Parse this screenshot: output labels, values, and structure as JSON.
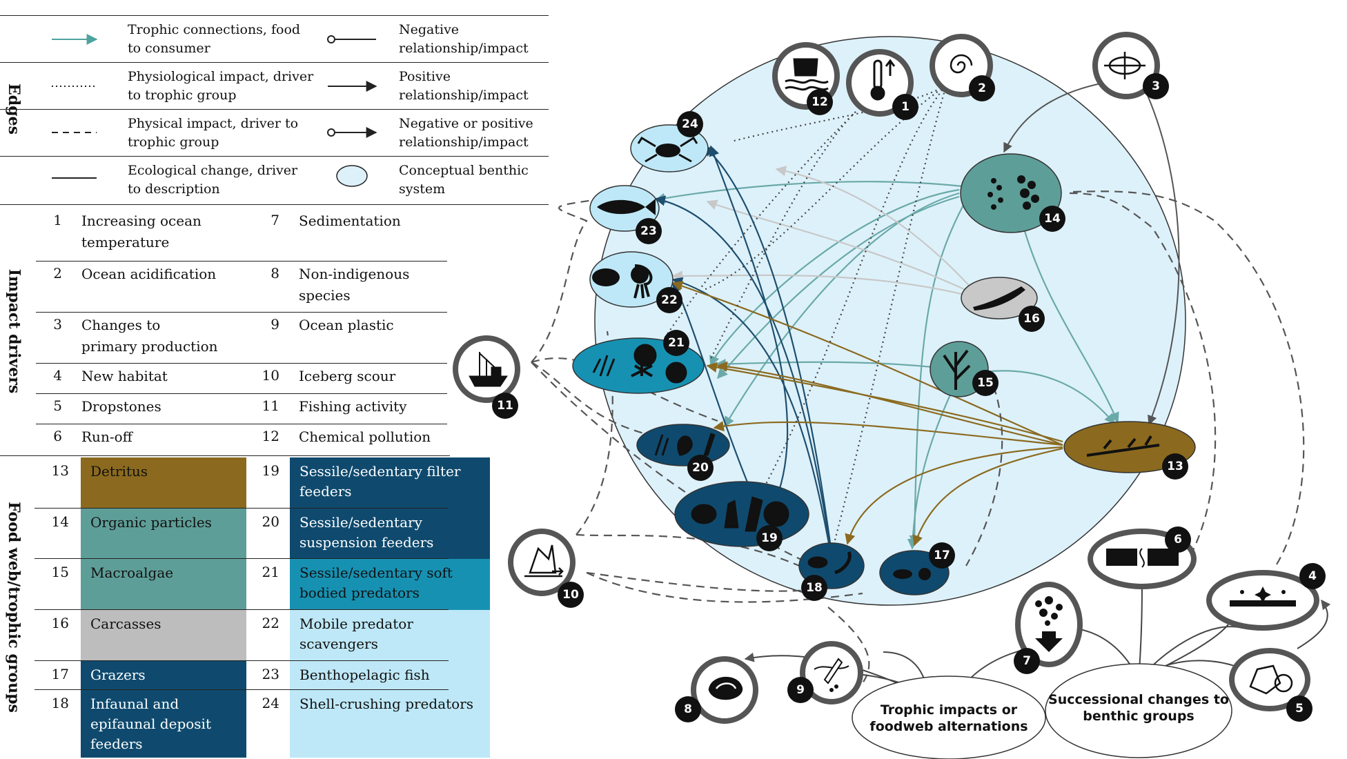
{
  "sections": {
    "edges": "Edges",
    "drivers": "Impact drivers",
    "groups": "Food web/trophic groups"
  },
  "edges_legend": [
    {
      "text": "Trophic connections, food to consumer"
    },
    {
      "text": "Physiological impact, driver to trophic group"
    },
    {
      "text": "Physical impact, driver to trophic group"
    },
    {
      "text": "Ecological change, driver to description"
    },
    {
      "text": "Negative relationship/impact"
    },
    {
      "text": "Positive relationship/impact"
    },
    {
      "text": "Negative or positive relationship/impact"
    },
    {
      "text": "Conceptual benthic system"
    }
  ],
  "drivers": [
    {
      "n": "1",
      "label": "Increasing ocean temperature"
    },
    {
      "n": "2",
      "label": "Ocean acidification"
    },
    {
      "n": "3",
      "label": "Changes to primary production"
    },
    {
      "n": "4",
      "label": "New habitat"
    },
    {
      "n": "5",
      "label": "Dropstones"
    },
    {
      "n": "6",
      "label": "Run-off"
    },
    {
      "n": "7",
      "label": "Sedimentation"
    },
    {
      "n": "8",
      "label": "Non-indigenous species"
    },
    {
      "n": "9",
      "label": "Ocean plastic"
    },
    {
      "n": "10",
      "label": "Iceberg scour"
    },
    {
      "n": "11",
      "label": "Fishing activity"
    },
    {
      "n": "12",
      "label": "Chemical pollution"
    }
  ],
  "groups": [
    {
      "n": "13",
      "label": "Detritus",
      "color": "#8B6A1F",
      "text_color": "#111111"
    },
    {
      "n": "14",
      "label": "Organic particles",
      "color": "#5E9E98",
      "text_color": "#111111"
    },
    {
      "n": "15",
      "label": "Macroalgae",
      "color": "#5E9E98",
      "text_color": "#111111"
    },
    {
      "n": "16",
      "label": "Carcasses",
      "color": "#BDBDBD",
      "text_color": "#111111"
    },
    {
      "n": "17",
      "label": "Grazers",
      "color": "#0F4A6E",
      "text_color": "#ffffff"
    },
    {
      "n": "18",
      "label": "Infaunal and epifaunal deposit feeders",
      "color": "#0F4A6E",
      "text_color": "#ffffff"
    },
    {
      "n": "19",
      "label": "Sessile/sedentary filter feeders",
      "color": "#0F4A6E",
      "text_color": "#ffffff"
    },
    {
      "n": "20",
      "label": "Sessile/sedentary suspension feeders",
      "color": "#0F4A6E",
      "text_color": "#ffffff"
    },
    {
      "n": "21",
      "label": "Sessile/sedentary soft bodied predators",
      "color": "#1791B2",
      "text_color": "#111111"
    },
    {
      "n": "22",
      "label": "Mobile predator scavengers",
      "color": "#BEE8F7",
      "text_color": "#111111"
    },
    {
      "n": "23",
      "label": "Benthopelagic fish",
      "color": "#BEE8F7",
      "text_color": "#111111"
    },
    {
      "n": "24",
      "label": "Shell-crushing predators",
      "color": "#BEE8F7",
      "text_color": "#111111"
    }
  ],
  "diagram": {
    "bubble_trophic": "Trophic impacts or foodweb alternations",
    "bubble_succession": "Successional changes to benthic groups",
    "colors": {
      "system": "#DDF1FA",
      "trophic_teal": "#6AA9A8",
      "trophic_navy": "#1E4E6E",
      "trophic_gold": "#8B6A1F",
      "carcass_grey": "#C8C8C8",
      "driver_ring": "#555555"
    },
    "nodes": [
      {
        "id": "12",
        "type": "driver",
        "icon": "chemical-pollution-icon"
      },
      {
        "id": "1",
        "type": "driver",
        "icon": "thermometer-icon"
      },
      {
        "id": "2",
        "type": "driver",
        "icon": "acidification-shell-icon"
      },
      {
        "id": "3",
        "type": "driver",
        "icon": "primary-production-icon"
      },
      {
        "id": "11",
        "type": "driver",
        "icon": "fishing-vessel-icon"
      },
      {
        "id": "10",
        "type": "driver",
        "icon": "iceberg-icon"
      },
      {
        "id": "9",
        "type": "driver",
        "icon": "ocean-plastic-icon"
      },
      {
        "id": "8",
        "type": "driver",
        "icon": "non-indigenous-mussel-icon"
      },
      {
        "id": "7",
        "type": "driver",
        "icon": "sedimentation-icon"
      },
      {
        "id": "6",
        "type": "driver",
        "icon": "run-off-icon"
      },
      {
        "id": "5",
        "type": "driver",
        "icon": "dropstone-icon"
      },
      {
        "id": "4",
        "type": "driver",
        "icon": "new-habitat-icon"
      },
      {
        "id": "13",
        "type": "group",
        "icon": "detritus-icon"
      },
      {
        "id": "14",
        "type": "group",
        "icon": "organic-particles-icon"
      },
      {
        "id": "15",
        "type": "group",
        "icon": "macroalgae-icon"
      },
      {
        "id": "16",
        "type": "group",
        "icon": "carcass-icon"
      },
      {
        "id": "17",
        "type": "group",
        "icon": "grazer-icon"
      },
      {
        "id": "18",
        "type": "group",
        "icon": "deposit-feeder-icon"
      },
      {
        "id": "19",
        "type": "group",
        "icon": "filter-feeder-icon"
      },
      {
        "id": "20",
        "type": "group",
        "icon": "suspension-feeder-icon"
      },
      {
        "id": "21",
        "type": "group",
        "icon": "soft-bodied-predator-icon"
      },
      {
        "id": "22",
        "type": "group",
        "icon": "mobile-scavenger-icon"
      },
      {
        "id": "23",
        "type": "group",
        "icon": "fish-icon"
      },
      {
        "id": "24",
        "type": "group",
        "icon": "crab-icon"
      }
    ]
  }
}
